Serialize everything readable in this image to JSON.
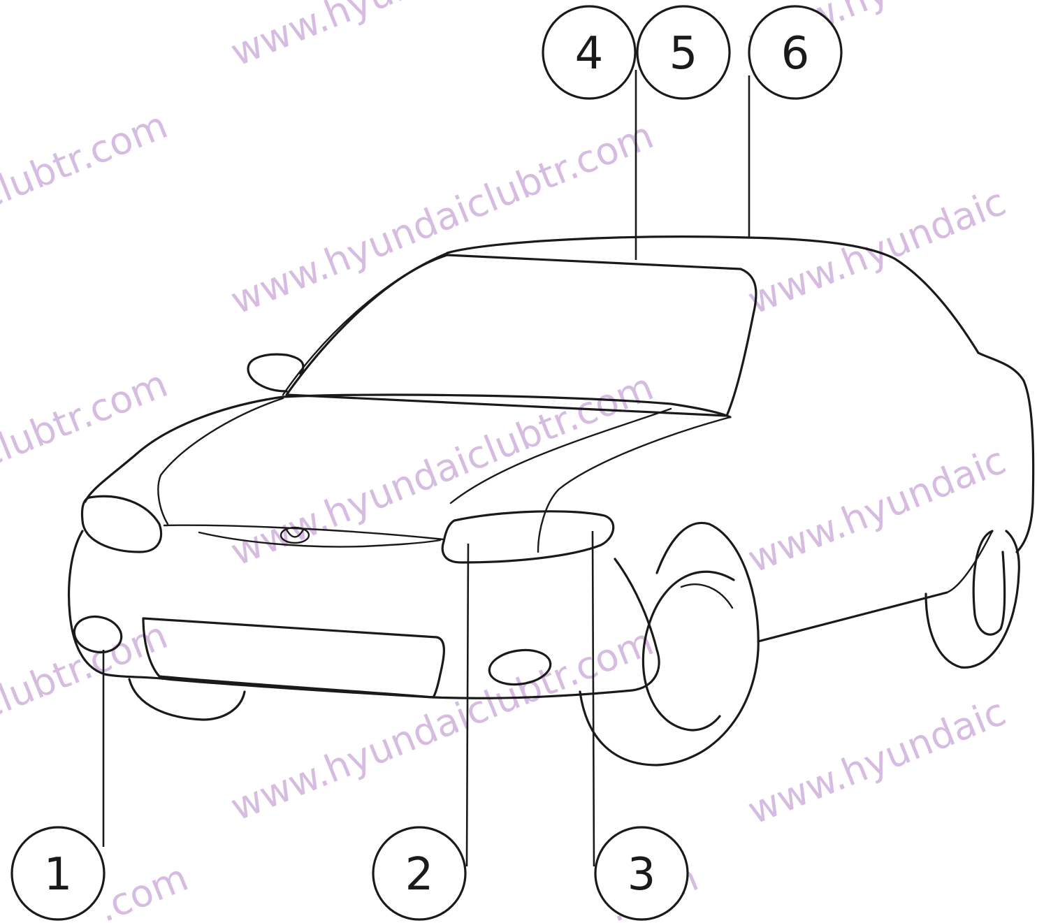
{
  "diagram": {
    "callouts": [
      {
        "id": "1",
        "label": "1"
      },
      {
        "id": "2",
        "label": "2"
      },
      {
        "id": "3",
        "label": "3"
      },
      {
        "id": "4",
        "label": "4"
      },
      {
        "id": "5",
        "label": "5"
      },
      {
        "id": "6",
        "label": "6"
      }
    ]
  },
  "watermarks": {
    "site": "www.hyundaiclubtr.com",
    "frag_www": "www.hyun",
    "frag_club": "clubtr.com",
    "frag_com": ".com",
    "frag_daic": "www.hyundaic"
  },
  "colors": {
    "line": "#1a1a1a",
    "watermark": "#c9a6d6"
  }
}
